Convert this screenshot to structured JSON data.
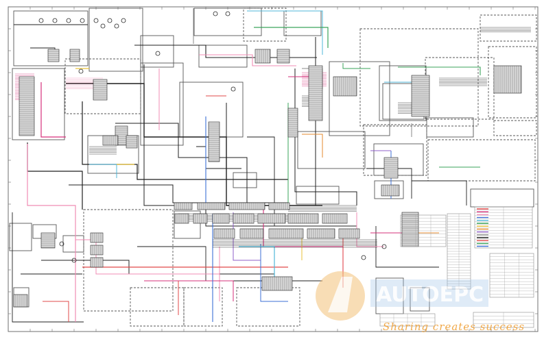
{
  "document": {
    "kind": "electrical-schematic",
    "palette": {
      "paper": "#ffffff",
      "frame": "#6f6f6f",
      "ink": "#222222",
      "box": "#555555",
      "wire_black": "#1f1f1f",
      "wire_pink": "#f08cb4",
      "wire_magenta": "#d62f7a",
      "wire_red": "#e04848",
      "wire_blue": "#3b6fd6",
      "wire_cyan": "#4fb7d8",
      "wire_green": "#3aa35a",
      "wire_yellow": "#e9c23a",
      "wire_gray": "#8a8a8a",
      "wire_purple": "#8f5fc9",
      "wire_orange": "#e58a2e",
      "connector_fill": "#dcdcdc",
      "table_line": "#9a9a9a",
      "watermark": "#f4c27a",
      "watermark_text": "#f0a848",
      "watermark_blue": "#9fc3e8"
    }
  },
  "watermark": {
    "brand_mark": "AUTOEPC",
    "slogan": "Sharing creates success"
  }
}
